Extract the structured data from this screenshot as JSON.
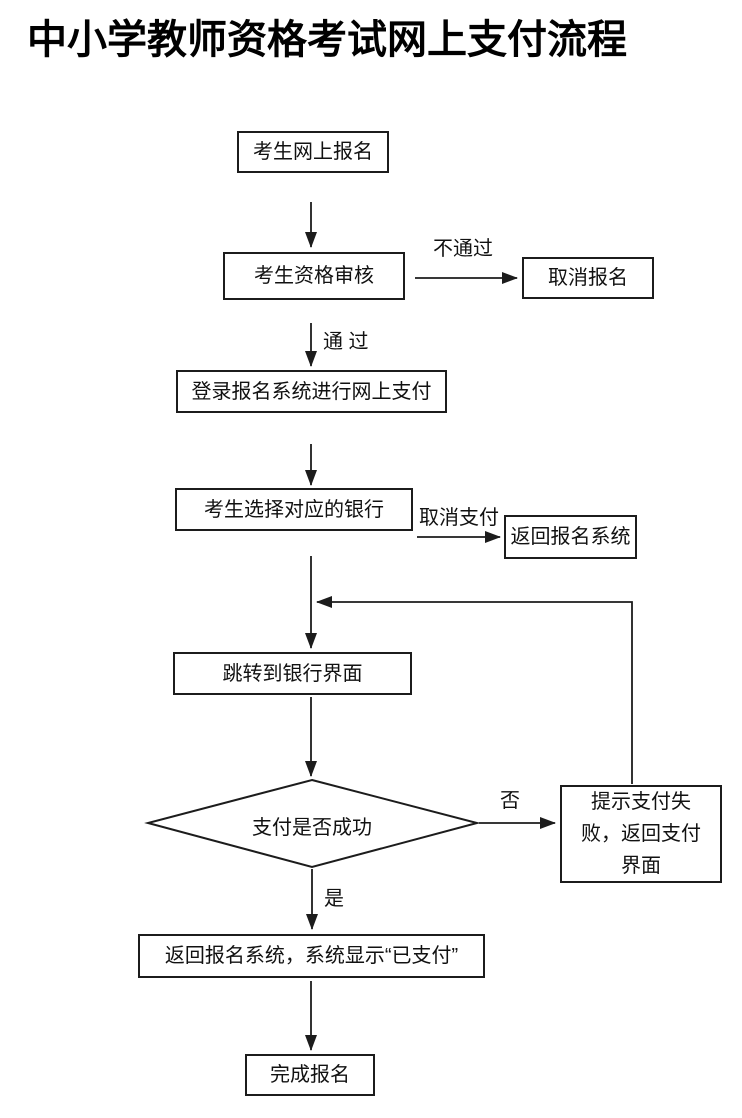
{
  "title": "中小学教师资格考试网上支付流程",
  "flowchart": {
    "nodes": {
      "register": {
        "label": "考生网上报名",
        "type": "process"
      },
      "review": {
        "label": "考生资格审核",
        "type": "process"
      },
      "cancel_register": {
        "label": "取消报名",
        "type": "process"
      },
      "login_pay": {
        "label": "登录报名系统进行网上支付",
        "type": "process"
      },
      "select_bank": {
        "label": "考生选择对应的银行",
        "type": "process"
      },
      "return_system": {
        "label": "返回报名系统",
        "type": "process"
      },
      "bank_page": {
        "label": "跳转到银行界面",
        "type": "process"
      },
      "pay_success": {
        "label": "支付是否成功",
        "type": "decision"
      },
      "pay_fail": {
        "label": "提示支付失败，返回支付界面",
        "type": "process"
      },
      "paid_shown": {
        "label": "返回报名系统，系统显示“已支付”",
        "type": "process"
      },
      "done": {
        "label": "完成报名",
        "type": "process"
      }
    },
    "edge_labels": {
      "not_pass": "不通过",
      "pass": "通 过",
      "cancel_pay": "取消支付",
      "no": "否",
      "yes": "是"
    },
    "edges": [
      {
        "from": "register",
        "to": "review",
        "label": ""
      },
      {
        "from": "review",
        "to": "cancel_register",
        "label": "不通过"
      },
      {
        "from": "review",
        "to": "login_pay",
        "label": "通 过"
      },
      {
        "from": "login_pay",
        "to": "select_bank",
        "label": ""
      },
      {
        "from": "select_bank",
        "to": "return_system",
        "label": "取消支付"
      },
      {
        "from": "select_bank",
        "to": "bank_page",
        "label": ""
      },
      {
        "from": "bank_page",
        "to": "pay_success",
        "label": ""
      },
      {
        "from": "pay_success",
        "to": "pay_fail",
        "label": "否"
      },
      {
        "from": "pay_fail",
        "to": "bank_page",
        "label": ""
      },
      {
        "from": "pay_success",
        "to": "paid_shown",
        "label": "是"
      },
      {
        "from": "paid_shown",
        "to": "done",
        "label": ""
      }
    ],
    "colors": {
      "line": "#1c1c1c",
      "box_fill": "#ffffff",
      "text": "#111111",
      "background": "#ffffff"
    }
  }
}
